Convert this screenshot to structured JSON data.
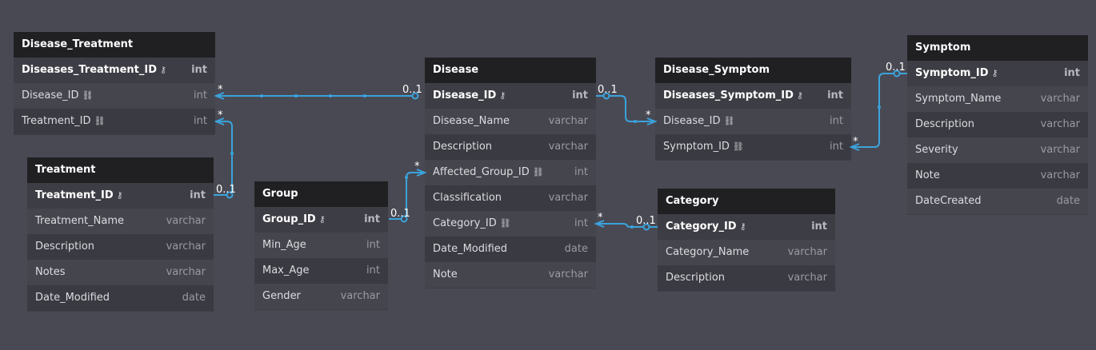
{
  "tables": {
    "disease_treatment": {
      "name": "Disease_Treatment",
      "columns": [
        {
          "name": "Diseases_Treatment_ID",
          "type": "int",
          "pk": true
        },
        {
          "name": "Disease_ID",
          "type": "int",
          "fk": true
        },
        {
          "name": "Treatment_ID",
          "type": "int",
          "fk": true
        }
      ]
    },
    "treatment": {
      "name": "Treatment",
      "columns": [
        {
          "name": "Treatment_ID",
          "type": "int",
          "pk": true
        },
        {
          "name": "Treatment_Name",
          "type": "varchar"
        },
        {
          "name": "Description",
          "type": "varchar"
        },
        {
          "name": "Notes",
          "type": "varchar"
        },
        {
          "name": "Date_Modified",
          "type": "date"
        }
      ]
    },
    "group": {
      "name": "Group",
      "columns": [
        {
          "name": "Group_ID",
          "type": "int",
          "pk": true
        },
        {
          "name": "Min_Age",
          "type": "int"
        },
        {
          "name": "Max_Age",
          "type": "int"
        },
        {
          "name": "Gender",
          "type": "varchar"
        }
      ]
    },
    "disease": {
      "name": "Disease",
      "columns": [
        {
          "name": "Disease_ID",
          "type": "int",
          "pk": true
        },
        {
          "name": "Disease_Name",
          "type": "varchar"
        },
        {
          "name": "Description",
          "type": "varchar"
        },
        {
          "name": "Affected_Group_ID",
          "type": "int",
          "fk": true
        },
        {
          "name": "Classification",
          "type": "varchar"
        },
        {
          "name": "Category_ID",
          "type": "int",
          "fk": true
        },
        {
          "name": "Date_Modified",
          "type": "date"
        },
        {
          "name": "Note",
          "type": "varchar"
        }
      ]
    },
    "disease_symptom": {
      "name": "Disease_Symptom",
      "columns": [
        {
          "name": "Diseases_Symptom_ID",
          "type": "int",
          "pk": true
        },
        {
          "name": "Disease_ID",
          "type": "int",
          "fk": true
        },
        {
          "name": "Symptom_ID",
          "type": "int",
          "fk": true
        }
      ]
    },
    "category": {
      "name": "Category",
      "columns": [
        {
          "name": "Category_ID",
          "type": "int",
          "pk": true
        },
        {
          "name": "Category_Name",
          "type": "varchar"
        },
        {
          "name": "Description",
          "type": "varchar"
        }
      ]
    },
    "symptom": {
      "name": "Symptom",
      "columns": [
        {
          "name": "Symptom_ID",
          "type": "int",
          "pk": true
        },
        {
          "name": "Symptom_Name",
          "type": "varchar"
        },
        {
          "name": "Description",
          "type": "varchar"
        },
        {
          "name": "Severity",
          "type": "varchar"
        },
        {
          "name": "Note",
          "type": "varchar"
        },
        {
          "name": "DateCreated",
          "type": "date"
        }
      ]
    }
  },
  "relationships": [
    {
      "from": "Disease_Treatment.Disease_ID",
      "to": "Disease.Disease_ID",
      "from_card": "*",
      "to_card": "0..1"
    },
    {
      "from": "Disease_Treatment.Treatment_ID",
      "to": "Treatment.Treatment_ID",
      "from_card": "*",
      "to_card": "0..1"
    },
    {
      "from": "Disease.Affected_Group_ID",
      "to": "Group.Group_ID",
      "from_card": "*",
      "to_card": "0..1"
    },
    {
      "from": "Disease_Symptom.Disease_ID",
      "to": "Disease.Disease_ID",
      "from_card": "*",
      "to_card": "0..1"
    },
    {
      "from": "Disease_Symptom.Symptom_ID",
      "to": "Symptom.Symptom_ID",
      "from_card": "*",
      "to_card": "0..1"
    },
    {
      "from": "Disease.Category_ID",
      "to": "Category.Category_ID",
      "from_card": "*",
      "to_card": "0..1"
    }
  ],
  "colors": {
    "background": "#494953",
    "header": "#202023",
    "row": "#3a3a42",
    "row_alt": "#45454e",
    "connector": "#3ba3dc"
  },
  "icons": {
    "primary_key": "key-icon",
    "foreign_key": "link-icon"
  }
}
